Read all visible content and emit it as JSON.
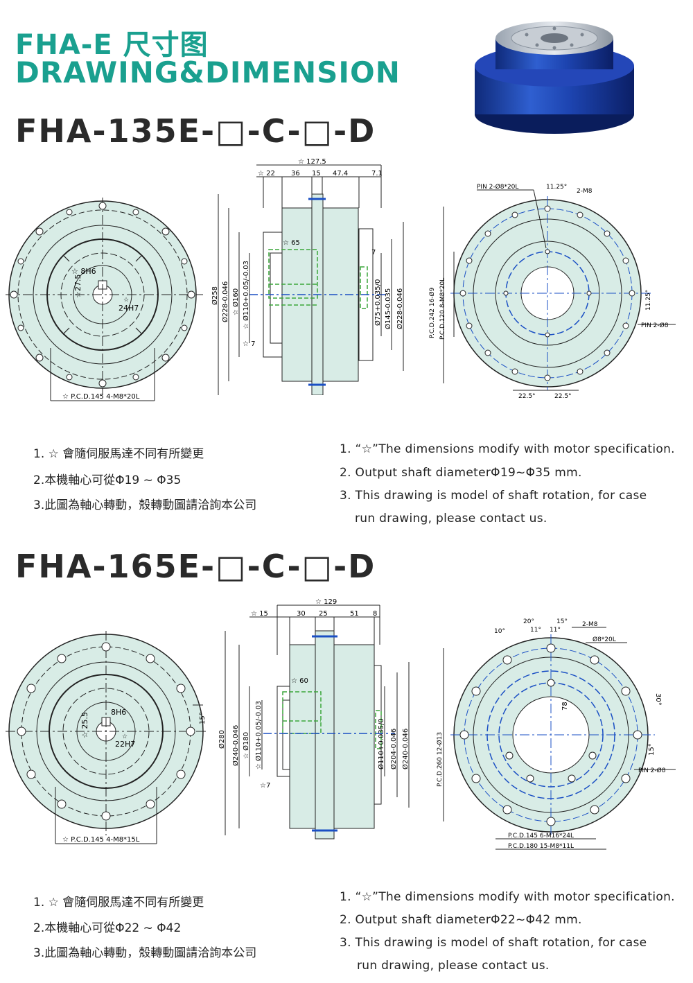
{
  "header": {
    "title_cn": "FHA-E 尺寸图",
    "title_en": "DRAWING&DIMENSION"
  },
  "colors": {
    "accent": "#1aa08f",
    "drawing_fill": "#d8ece6",
    "dim_blue": "#1a4fc4",
    "dim_green": "#3aa63a",
    "product_blue": "#1b3fa8"
  },
  "section1": {
    "model": "FHA-135E-□-C-□-D",
    "front": {
      "key_width": "☆ 8H6",
      "key_height": "☆27.5",
      "bore": "24H7",
      "bore_star": "☆",
      "pcd": "☆ P.C.D.145 4-M8*20L"
    },
    "side": {
      "overall": "☆ 127.5",
      "segments": [
        "☆ 22",
        "36",
        "15",
        "47.4",
        "7.1"
      ],
      "inner_len": "☆ 65",
      "small_7": "7",
      "small_7b": "☆ 7",
      "left_dias": [
        "Ø258",
        "Ø228-0.046",
        "☆ Ø160",
        "☆ Ø110+0.05/-0.03"
      ],
      "right_dias": [
        "Ø75+0.035/0",
        "Ø145-0.035",
        "Ø228-0.046"
      ]
    },
    "back": {
      "pin1": "PIN 2-Ø8*20L",
      "angle1": "11.25°",
      "thread": "2-M8",
      "pcd1": "P.C.D.242 16-Ø9",
      "pcd2": "P.C.D.120 8-M8*20L",
      "angle2": "11.25°",
      "pin2": "PIN 2-Ø8",
      "angle3": "22.5°",
      "angle4": "22.5°"
    },
    "notes_cn": [
      "1. ☆ 會隨伺服馬達不同有所變更",
      "2.本機軸心可從Φ19 ~ Φ35",
      "3.此圖為軸心轉動，殼轉動圖請洽詢本公司"
    ],
    "notes_en": [
      "1. “☆”The dimensions modify with motor specification.",
      "2. Output shaft diameterΦ19~Φ35 mm.",
      "3. This drawing is model of shaft rotation, for case",
      "run drawing, please contact us."
    ]
  },
  "section2": {
    "model": "FHA-165E-□-C-□-D",
    "front": {
      "key_width": "8H6",
      "key_height": "☆ 25.5",
      "bore": "22H7",
      "bore_star": "☆",
      "angle": "15°",
      "pcd": "☆ P.C.D.145 4-M8*15L"
    },
    "side": {
      "overall": "☆ 129",
      "segments": [
        "☆ 15",
        "30",
        "25",
        "51",
        "8"
      ],
      "inner_len": "☆ 60",
      "small_7b": "☆7",
      "left_dias": [
        "Ø280",
        "Ø240-0.046",
        "☆ Ø180",
        "☆ Ø110+0.05/-0.03"
      ],
      "right_dias": [
        "Ø110+0.035/0",
        "Ø204-0.046",
        "Ø240-0.046"
      ]
    },
    "back": {
      "angles_top": [
        "10°",
        "20°",
        "11°",
        "11°",
        "15°"
      ],
      "thread": "2-M8",
      "pin": "Ø8*20L",
      "dim78": "78",
      "angle30": "30°",
      "angle15": "15°",
      "pcd": "P.C.D.260 12-Ø13",
      "pin2": "PIN 2-Ø8",
      "pcd2": "P.C.D.145 6-M16*24L",
      "pcd3": "P.C.D.180 15-M8*11L"
    },
    "notes_cn": [
      "1. ☆ 會隨伺服馬達不同有所變更",
      "2.本機軸心可從Φ22 ~ Φ42",
      "3.此圖為軸心轉動，殼轉動圖請洽詢本公司"
    ],
    "notes_en": [
      "1. “☆”The dimensions modify with motor specification.",
      "2. Output shaft diameterΦ22~Φ42 mm.",
      "3. This drawing is model of shaft rotation, for case",
      "run drawing, please contact us."
    ]
  }
}
